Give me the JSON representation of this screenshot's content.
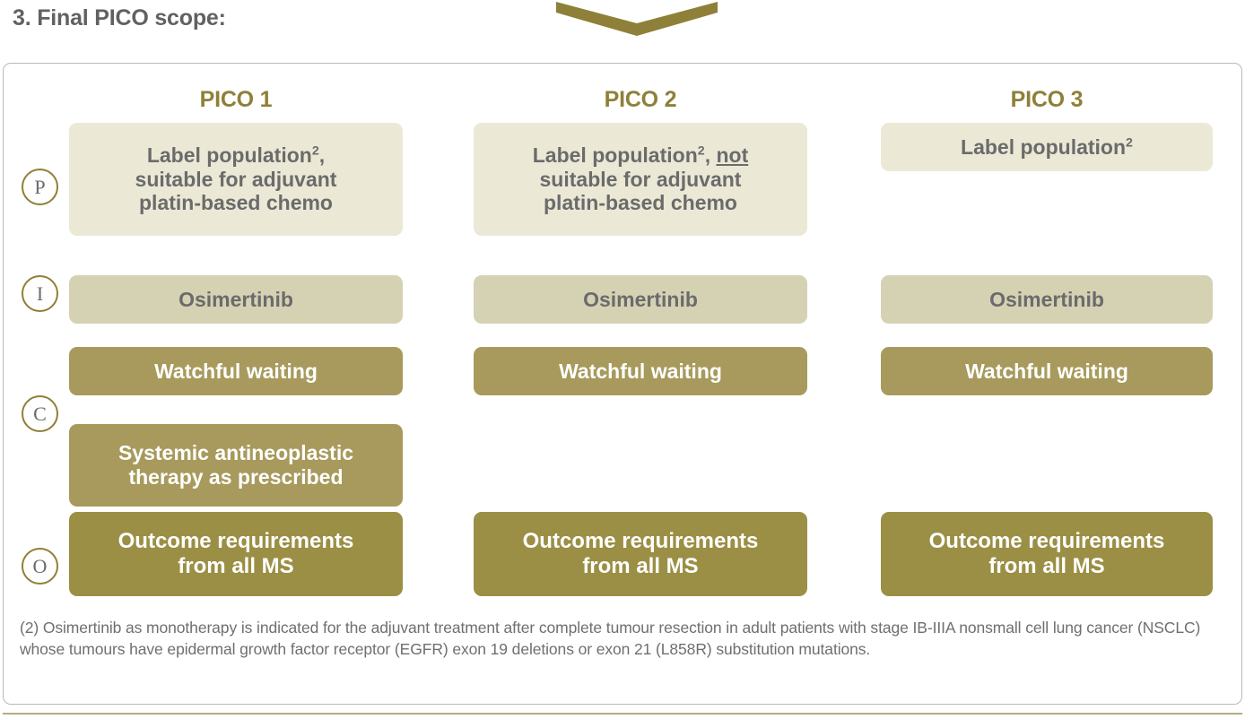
{
  "heading": "3. Final PICO scope:",
  "chevron_icon": "chevron-down-icon",
  "colors": {
    "accent_olive": "#8e8038",
    "tier_p_bg": "#ebe9d6",
    "tier_i_bg": "#d5d2b4",
    "tier_c_bg": "#a79a5c",
    "tier_o_bg": "#9b8f45",
    "text_gray": "#6b6b6b",
    "heading_gray": "#616161",
    "card_border": "#b9b9b9",
    "bottom_rule": "#b5ad7e"
  },
  "columns": [
    {
      "label": "PICO 1"
    },
    {
      "label": "PICO 2"
    },
    {
      "label": "PICO 3"
    }
  ],
  "row_badges": [
    {
      "key": "P",
      "letter": "P"
    },
    {
      "key": "I",
      "letter": "I"
    },
    {
      "key": "C",
      "letter": "C"
    },
    {
      "key": "O",
      "letter": "O"
    }
  ],
  "rows": {
    "population": {
      "pico1": {
        "line1": "Label population",
        "sup1": "2",
        "after1": ",",
        "line2": "suitable for adjuvant",
        "line3": "platin-based chemo"
      },
      "pico2": {
        "line1": "Label population",
        "sup1": "2",
        "after1": ", ",
        "emphasis": "not",
        "line2": "suitable for adjuvant",
        "line3": "platin-based chemo"
      },
      "pico3": {
        "line1": "Label population",
        "sup1": "2"
      }
    },
    "intervention": {
      "pico1": "Osimertinib",
      "pico2": "Osimertinib",
      "pico3": "Osimertinib"
    },
    "comparator_primary": {
      "pico1": "Watchful waiting",
      "pico2": "Watchful waiting",
      "pico3": "Watchful waiting"
    },
    "comparator_secondary": {
      "pico1_line1": "Systemic antineoplastic",
      "pico1_line2": "therapy as prescribed"
    },
    "outcome": {
      "pico1_line1": "Outcome requirements",
      "pico1_line2": "from all MS",
      "pico2_line1": "Outcome requirements",
      "pico2_line2": "from all MS",
      "pico3_line1": "Outcome requirements",
      "pico3_line2": "from all MS"
    }
  },
  "connector_icon": "circled-minus-icon",
  "footnote": "(2)  Osimertinib as monotherapy is indicated for the adjuvant treatment after complete tumour resection in adult patients with stage IB-IIIA nonsmall cell lung cancer (NSCLC) whose tumours have epidermal growth factor receptor (EGFR) exon 19 deletions or exon 21 (L858R) substitution mutations."
}
